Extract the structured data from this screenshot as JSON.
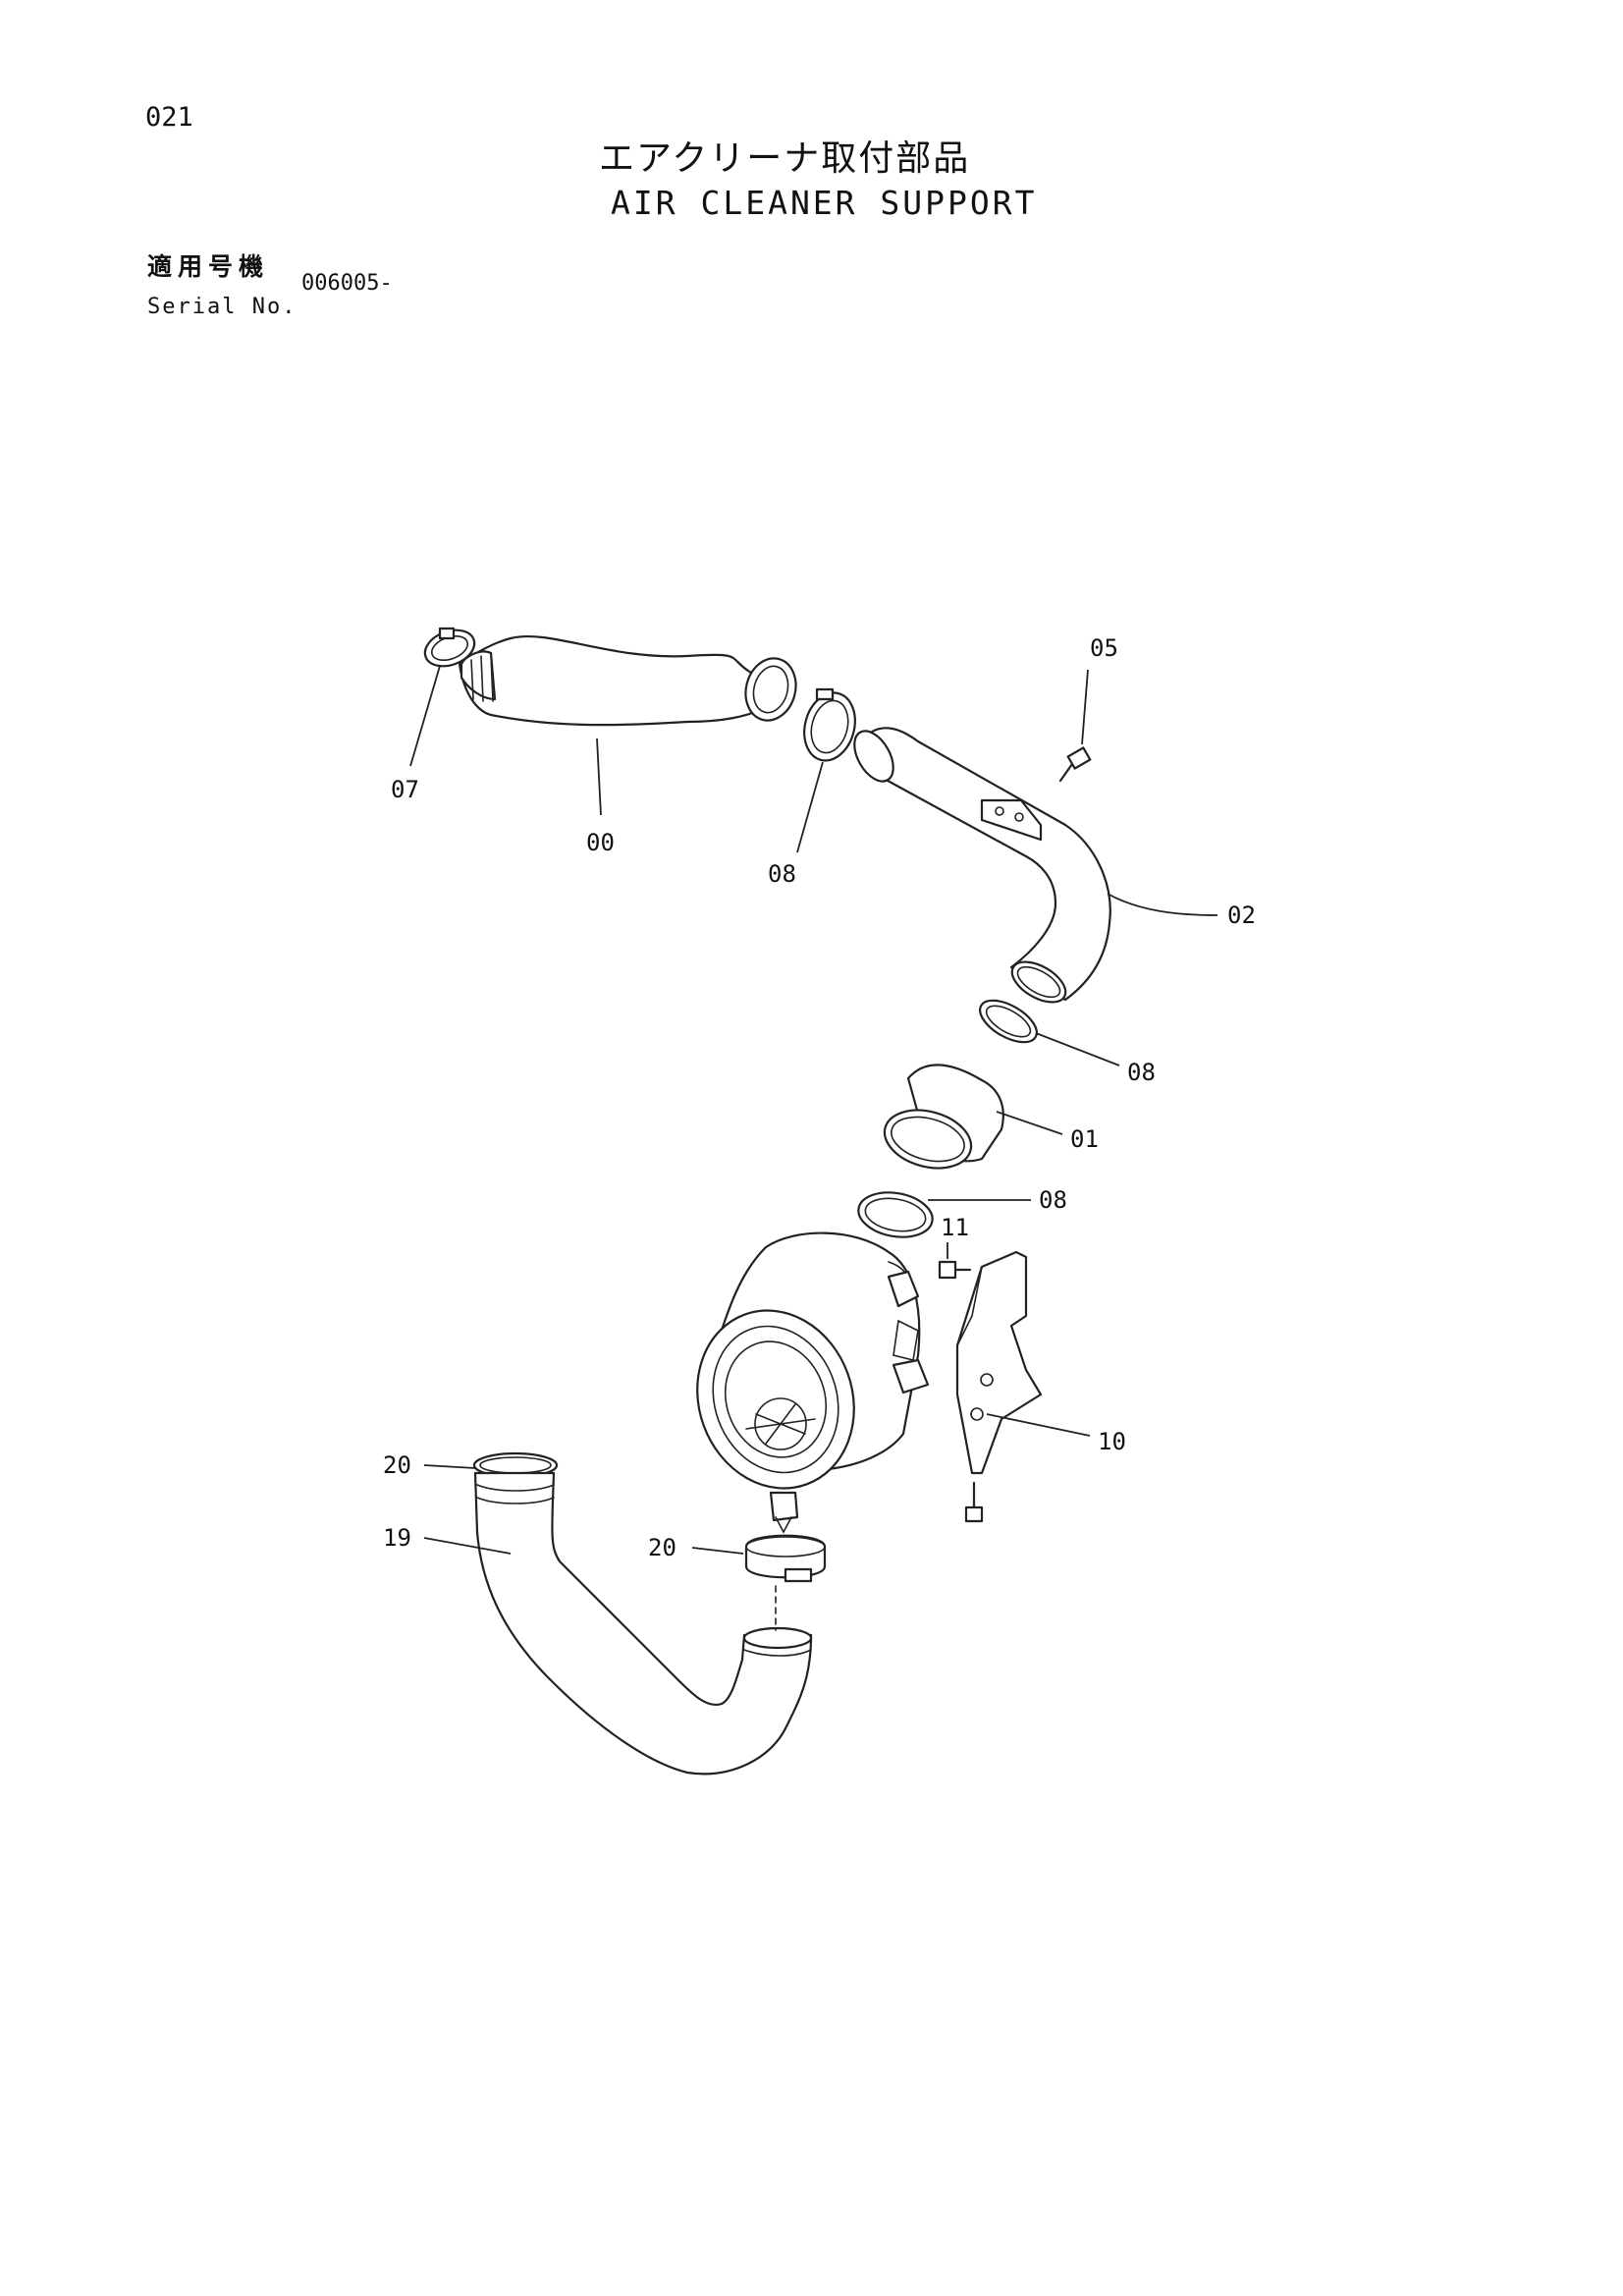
{
  "page_number": "021",
  "title": {
    "jp": "エアクリーナ取付部品",
    "en": "AIR CLEANER SUPPORT"
  },
  "serial": {
    "label_jp": "適用号機",
    "label_en": "Serial No.",
    "value": "006005-"
  },
  "callouts": {
    "c00": "00",
    "c01": "01",
    "c02": "02",
    "c05": "05",
    "c07": "07",
    "c08a": "08",
    "c08b": "08",
    "c08c": "08",
    "c10": "10",
    "c11": "11",
    "c19": "19",
    "c20a": "20",
    "c20b": "20"
  },
  "icons": {
    "hose_clamp": "hose-clamp-icon",
    "bolt": "bolt-icon",
    "air_cleaner": "air-cleaner-icon"
  }
}
